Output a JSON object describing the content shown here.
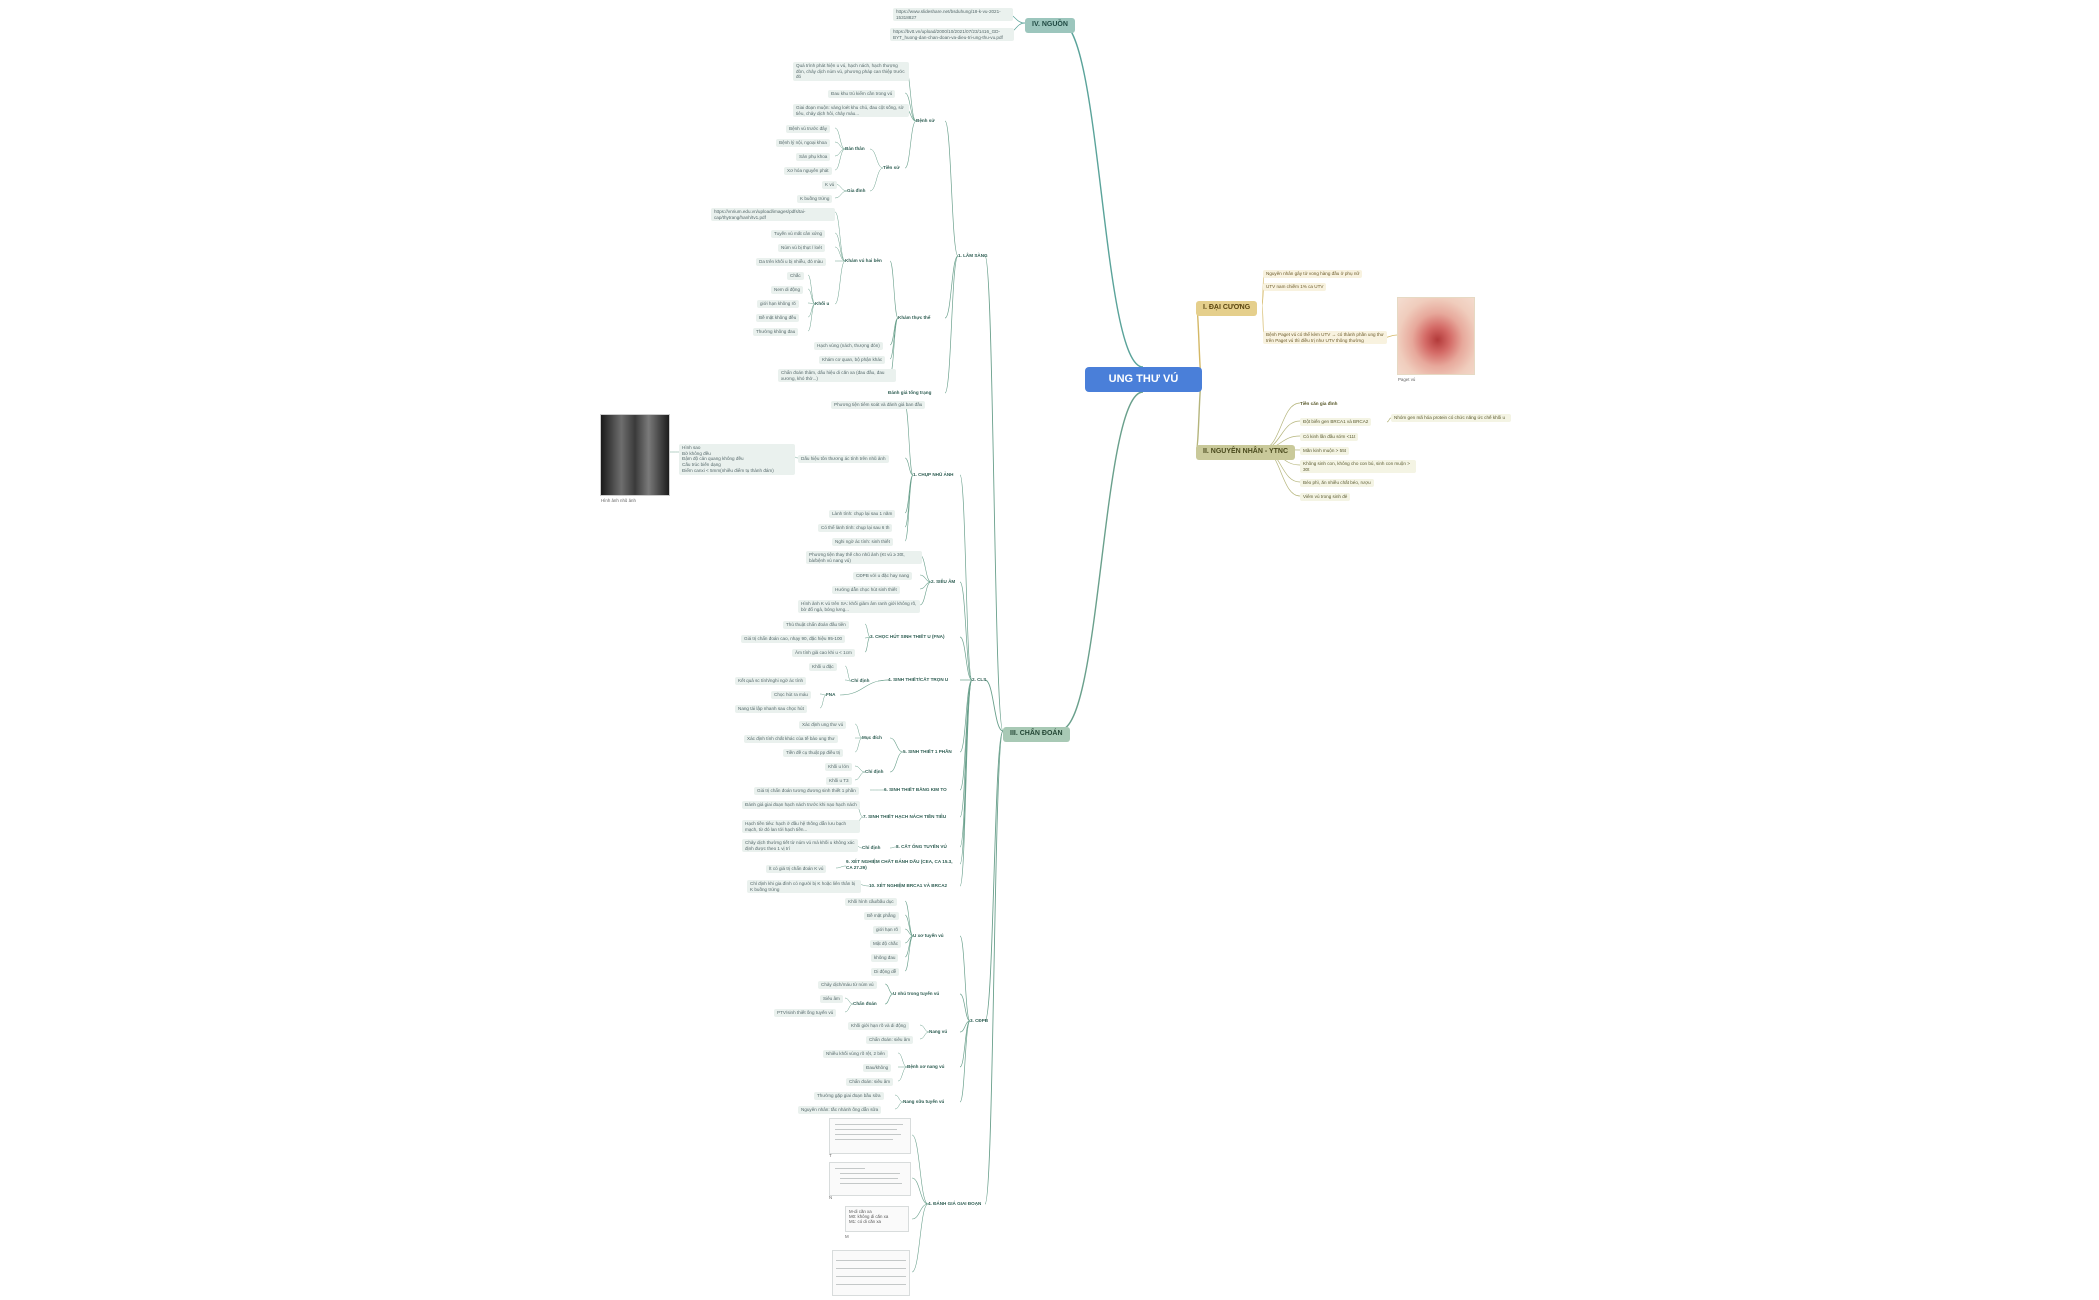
{
  "root": "UNG THƯ VÚ",
  "branches": {
    "sources": "IV. NGUỒN",
    "general": "I. ĐẠI CƯƠNG",
    "causes": "II. NGUYÊN NHÂN - YTNC",
    "diagnosis": "III. CHẨN ĐOÁN"
  },
  "sources": [
    "https://www.slideshare.net/bsduhung/18-k-vu-2021-15318827",
    "https://bvtt.vn/upload/2000/10/2021/07/23/1416_GD-BYT_huong-dan-chan-doan-va-dieu-tri-ung-thu-vu.pdf"
  ],
  "general": {
    "items": [
      "Nguyên nhân gây tử vong hàng đầu ở phụ nữ",
      "UTV nam chiếm 1% ca UTV",
      "Bệnh Paget vú có thể kèm UTV → có thành phần ung thư trên Paget vú thì điều trị như UTV thông thường"
    ],
    "image_caption": "Paget vú"
  },
  "causes": {
    "title": "Tiền căn gia đình",
    "items": [
      "Đột biến gen BRCA1 và BRCA2",
      "Có kinh lần đầu sớm <11t",
      "Mãn kinh muộn > 55t",
      "Không sinh con, không cho con bú, sinh con muộn > 30t",
      "Béo phì, ăn nhiều chất béo, rượu",
      "Viêm vú trong sinh đẻ"
    ],
    "note": "Nhóm gen mã hóa protein có chức năng ức chế khối u"
  },
  "diagnosis": {
    "clinical": {
      "label": "1. LÂM SÀNG",
      "benh_su": "Bệnh sử",
      "benh_su_items": [
        "Quá trình phát hiện u vú, hạch nách, hạch thượng đòn, chảy dịch núm vú, phương pháp can thiệp trước đó",
        "Đau khu trú kiểm cần trong vú",
        "Giai đoạn muộn: vàng loét khu chú, đau cột sống, sờ tiêu, chảy dịch hôi, chảy máu..."
      ],
      "tien_su": "Tiền sử",
      "ban_than": "Bản thân",
      "ban_than_items": [
        "Bệnh vú trước đây",
        "Bệnh lý nội, ngoại khoa",
        "Sản phụ khoa",
        "Xơ hóa nguyên phát"
      ],
      "gia_dinh": "Gia đình",
      "gia_dinh_items": [
        "K vú",
        "K buồng trứng"
      ],
      "kham_thuc_the": "Khám thực thể",
      "kham_vu": "Khám vú hai bên",
      "kham_vu_items": [
        "https://vnrium.edu.vn/upload/images/pdfs/tai-cap/thytrang/hanh/tv1.pdf",
        "Tuyến vú mất cân xứng",
        "Núm vú bị thụt / loét",
        "Da trên khối u bị nhiễu, đỏ màu"
      ],
      "khoi_u": "Khối u",
      "khoi_u_items": [
        "Chắc",
        "Nem di động",
        "giới hạn không rõ",
        "Bề mặt không đều",
        "Thường không đau"
      ],
      "other_items": [
        "Hạch vùng (nách, thượng đòn)",
        "Khám cơ quan, bộ phận khác",
        "Chẩn đoán thâm, dấu hiệu di căn xa (đau đầu, đau xương, khó thở...)"
      ],
      "toan_trang": "Đánh giá tổng trạng"
    },
    "cls": {
      "label": "2. CLS",
      "mammo": "1. CHỤP NHŨ ẢNH",
      "mammo_items": [
        "Phương tiện tiêm soát và đánh giá ban đầu",
        "Dấu hiệu tôn thương ác tính trên nhũ ảnh",
        "Lành tính: chụp lại sau 1 năm",
        "Có thể lành tính: chụp lại sau 6 th",
        "Nghi ngờ ác tính: sinh thiết"
      ],
      "mammo_sign": "Hình sao\nBờ không đều\nĐậm độ cản quang không đều\nCấu trúc biến dạng\nĐiểm canxi < 5mm(nhiều điểm tụ thành đám)",
      "mammo_caption": "Hình ảnh nhũ ảnh",
      "us": "2. SIÊU ÂM",
      "us_items": [
        "Phương tiện thay thế cho nhũ ảnh (Kt vú ≥ 30t, bà/bệnh vú nang vú)",
        "CĐPB với u đặc hay nang",
        "Hướng dẫn chọc hút sinh thiết",
        "Hình ảnh K vú trên SA: khối giảm âm ranh giới không rõ, bờ đổ ngà, bóng lưng..."
      ],
      "fnac": "3. CHỌC HÚT SINH THIẾT U (FNA)",
      "fnac_items": [
        "Thủ thuật chẩn đoán đầu tiên",
        "Giá trị chẩn đoán cao, nhạy 90, đặc hiệu 95-100",
        "Âm tính giả cao khi u < 1cm"
      ],
      "core": "4. SINH THIẾT/CẮT TRỌN U",
      "core_cd": "Chỉ định",
      "core_cd_items": [
        "Khối u đặc",
        "Kết quả sc tính/nghi ngờ ác tính",
        "Chọc hút ra máu",
        "Nang tái lập nhanh sau chọc hút"
      ],
      "core_fna": "FNA",
      "part": "5. SINH THIẾT 1 PHẦN",
      "part_md": "Mục đích",
      "part_md_items": [
        "Xác định ung thư vú",
        "Xác định tính chất khác của tế bào ung thư",
        "Tiền đề cụ thuật pp điều trị"
      ],
      "part_cd": "Chỉ định",
      "part_cd_items": [
        "Khối u lớn",
        "Khối u T3"
      ],
      "needle": "6. SINH THIẾT BẰNG KIM TO",
      "needle_items": [
        "Giá trị chẩn đoán tương đương sinh thiết 1 phần"
      ],
      "sentinel": "7. SINH THIẾT HẠCH NÁCH TIỀN TIÊU",
      "sentinel_items": [
        "Đánh giá giai đoạn hạch nách trước khi nạo hạch nách",
        "Hạch tiền tiêu: hạch ở đầu hệ thống dẫn lưu bạch mạch, từ đó lan tới hạch tiền..."
      ],
      "duct": "8. CẮT ỐNG TUYẾN VÚ",
      "duct_cd": "Chỉ định",
      "duct_items": [
        "Chảy dịch thường tiết từ núm vú mà khối u không xác định được theo 1 vị trí"
      ],
      "markers": "9. XÉT NGHIỆM CHẤT ĐÁNH DẤU (CEA, CA 15.3, CA 27.29)",
      "markers_items": [
        "Ít có giá trị chẩn đoán K vú"
      ],
      "brca": "10. XÉT NGHIỆM BRCA1 VÀ BRCA2",
      "brca_items": [
        "Chỉ định khi gia đình có người bị K hoặc liên thân bị K buồng trứng"
      ]
    },
    "ddx": {
      "label": "3. CĐPB",
      "fibro": "U xơ tuyến vú",
      "fibro_items": [
        "Khối hình cầu/bầu dục",
        "Bề mặt phẳng",
        "giới hạn rõ",
        "Mật độ chắc",
        "không đau",
        "Di động dễ"
      ],
      "papilloma": "U nhú trong tuyến vú",
      "papilloma_items": [
        "Chảy dịch/máu từ núm vú",
        "Siêu âm",
        "PTV/sinh thiết ống tuyến vú"
      ],
      "papilloma_cd": "Chẩn đoán",
      "cyst": "Nang vú",
      "cyst_items": [
        "Khối giới hạn rõ và di động",
        "Chẩn đoán: siêu âm"
      ],
      "fcd": "Bệnh xơ nang vú",
      "fcd_items": [
        "Nhiều khối vùng rõ rệt, 2 bên",
        "Đau/không",
        "Chẩn đoán: siêu âm"
      ],
      "abscess": "Nang sữa tuyến vú",
      "abscess_items": [
        "Thường gặp giai đoạn bầu sữa",
        "Nguyên nhân: tắc nhánh ống dẫn sữa"
      ]
    },
    "staging": {
      "label": "4. ĐÁNH GIÁ GIAI ĐOẠN",
      "thumb_captions": [
        "T",
        "N",
        "M",
        ""
      ],
      "m_text": "M-di căn xa\nM0: không di căn xa\nM1: có di căn xa"
    }
  }
}
